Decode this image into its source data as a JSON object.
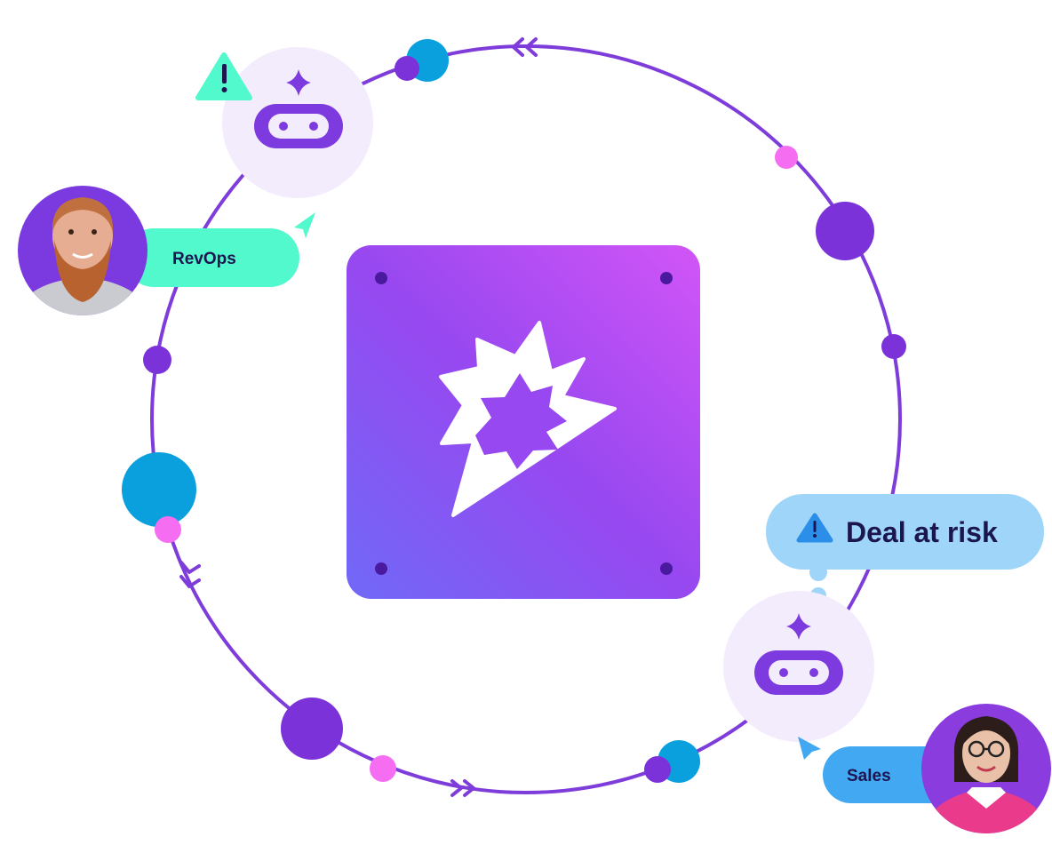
{
  "labels": {
    "revops": "RevOps",
    "sales": "Sales",
    "alert": "Deal at risk",
    "warning_glyph": "!"
  },
  "icons": {
    "center": "burst-logo-icon",
    "agent": "robot-sparkle-icon",
    "warning": "warning-triangle-icon",
    "flow_direction": "double-chevron-icon"
  },
  "colors": {
    "ring": "#7e3ddb",
    "purple_node": "#7b33d9",
    "blue_node": "#0aa0dd",
    "pink_node": "#f56df0",
    "agent_bg": "#f3ecfd",
    "robot": "#7d3adf",
    "mint": "#51f9cd",
    "alert_bubble": "#9fd5f8",
    "sales_pill": "#42a8f2",
    "text_dark": "#1c1650"
  }
}
